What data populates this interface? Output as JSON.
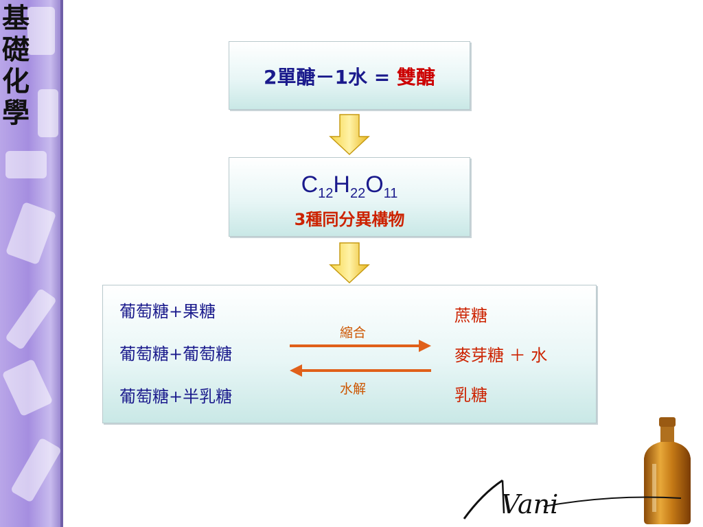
{
  "sidebar": {
    "title": "基礎化學"
  },
  "equation": {
    "left": "2單醣－1水 = ",
    "result": "雙醣"
  },
  "formula": {
    "c": "C",
    "c_sub": "12",
    "h": "H",
    "h_sub": "22",
    "o": "O",
    "o_sub": "11",
    "isomer_text": "3種同分異構物"
  },
  "reaction": {
    "reactants": [
      "葡萄糖+果糖",
      "葡萄糖+葡萄糖",
      "葡萄糖+半乳糖"
    ],
    "products": [
      "蔗糖",
      "麥芽糖 ＋ 水",
      "乳糖"
    ],
    "forward_label": "縮合",
    "reverse_label": "水解"
  },
  "signature": {
    "text": "Vani"
  },
  "colors": {
    "accent_blue": "#1a1a8c",
    "accent_red": "#cc2200",
    "arrow_orange": "#e0601a",
    "sidebar_purple": "#a58ee0"
  }
}
